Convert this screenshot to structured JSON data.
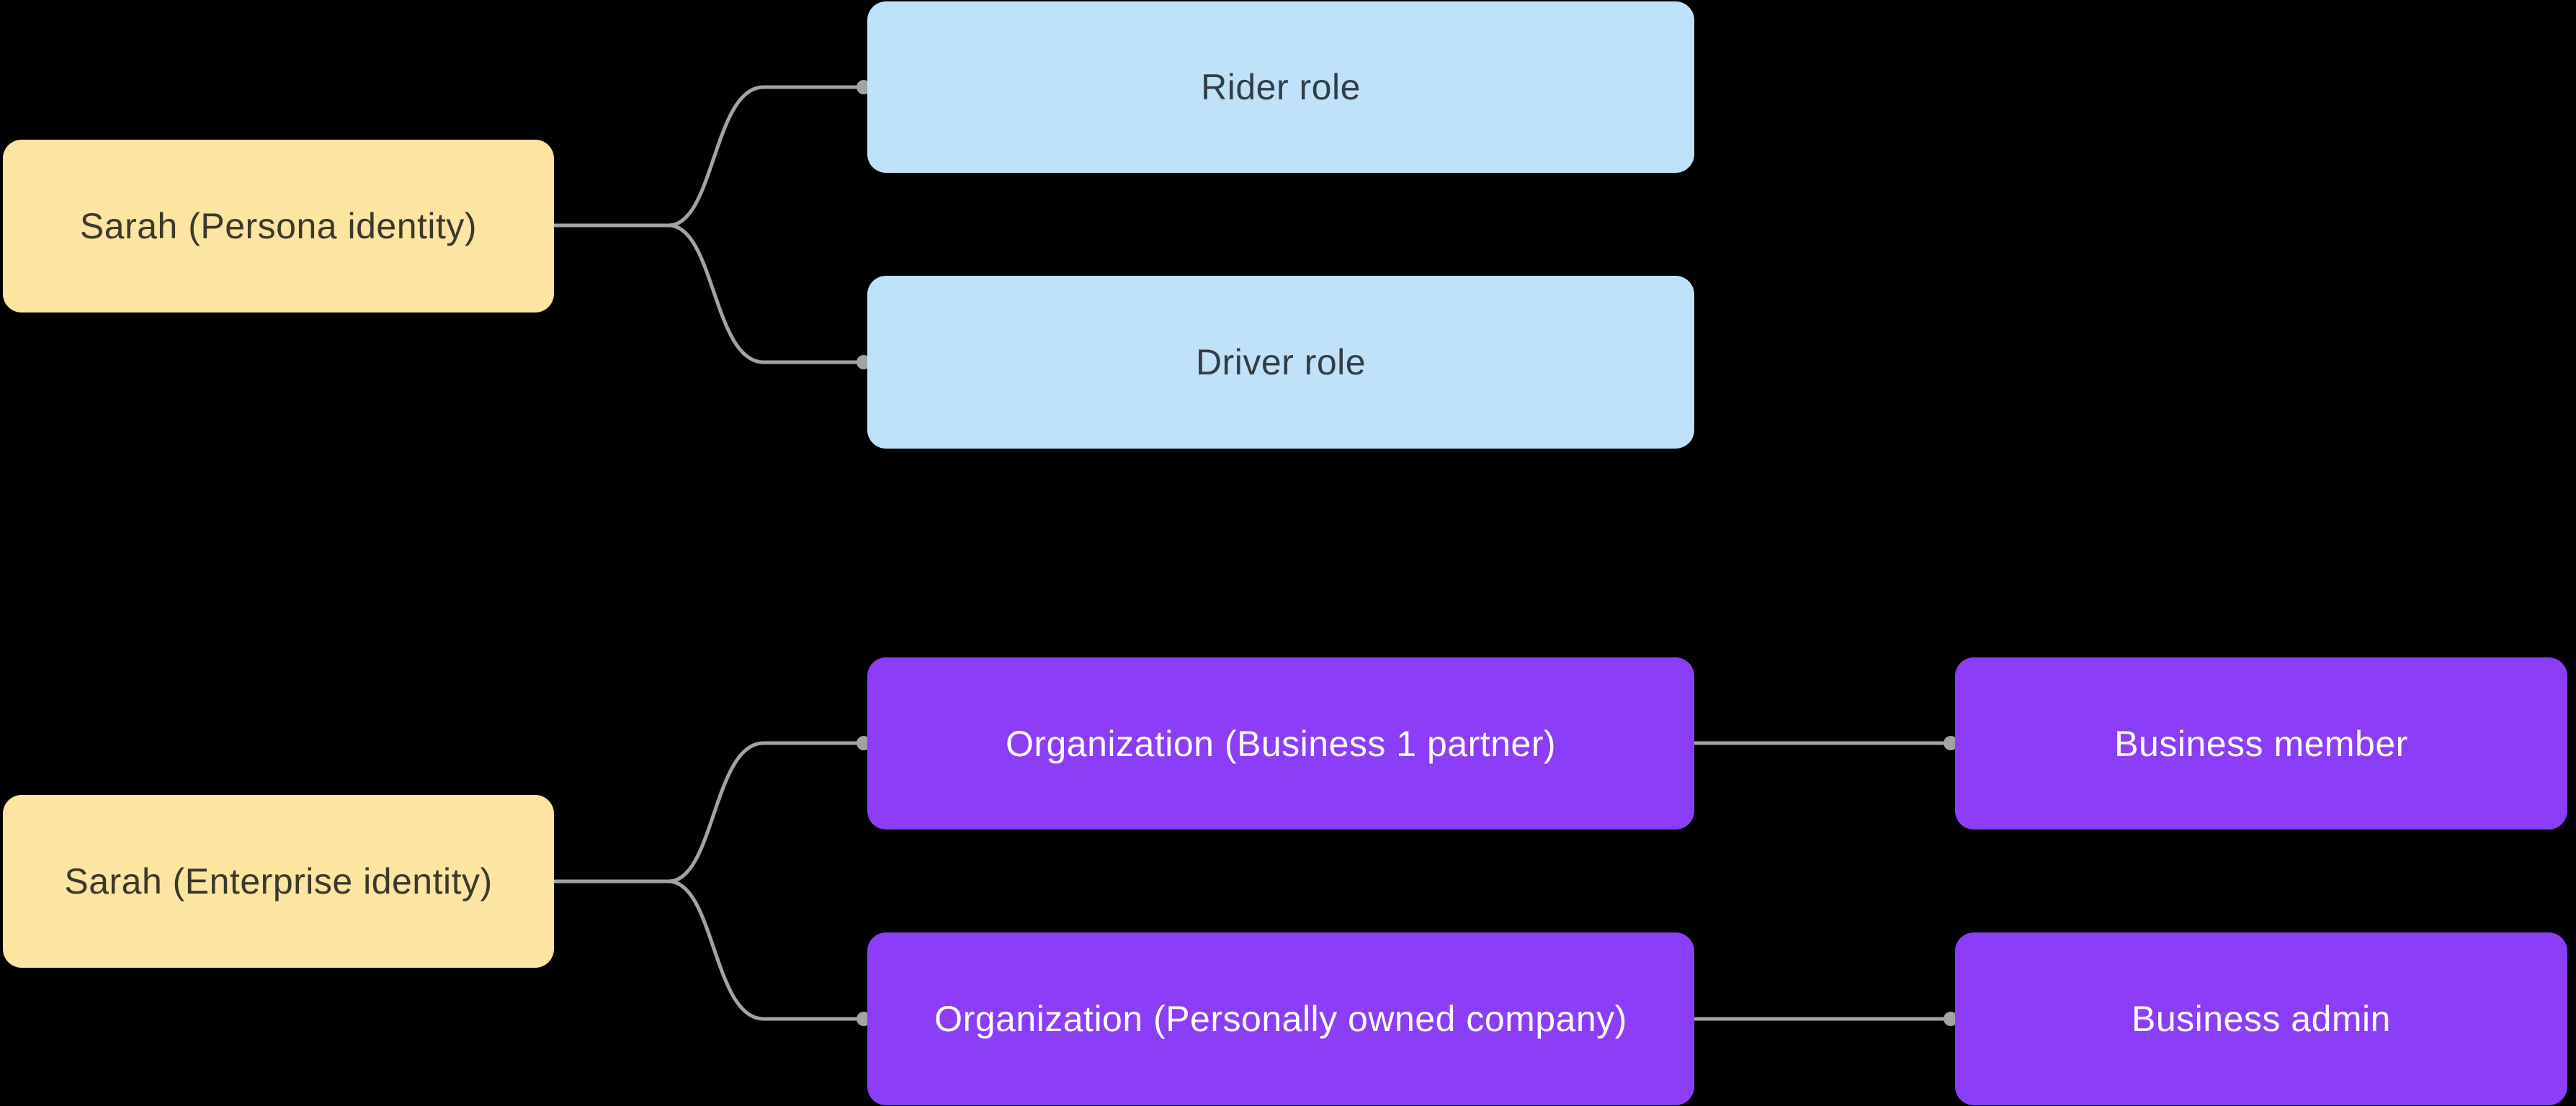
{
  "diagram": {
    "background": "#000000",
    "connector_color": "#a3a3a3",
    "nodes": [
      {
        "id": "sarah-persona",
        "label": "Sarah (Persona identity)",
        "fill": "#fde4a0",
        "text_color": "#3b382c"
      },
      {
        "id": "rider-role",
        "label": "Rider role",
        "fill": "#bfe2fb",
        "text_color": "#333d46"
      },
      {
        "id": "driver-role",
        "label": "Driver role",
        "fill": "#bfe2fb",
        "text_color": "#333d46"
      },
      {
        "id": "sarah-enterprise",
        "label": "Sarah (Enterprise identity)",
        "fill": "#fde4a0",
        "text_color": "#3b382c"
      },
      {
        "id": "org-business-1-partner",
        "label": "Organization (Business 1 partner)",
        "fill": "#8b3df7",
        "text_color": "#ffffff"
      },
      {
        "id": "org-personally-owned",
        "label": "Organization (Personally owned company)",
        "fill": "#8b3df7",
        "text_color": "#ffffff"
      },
      {
        "id": "business-member",
        "label": "Business member",
        "fill": "#8b3df7",
        "text_color": "#ffffff"
      },
      {
        "id": "business-admin",
        "label": "Business admin",
        "fill": "#8b3df7",
        "text_color": "#ffffff"
      }
    ],
    "edges": [
      {
        "from": "sarah-persona",
        "to": "rider-role"
      },
      {
        "from": "sarah-persona",
        "to": "driver-role"
      },
      {
        "from": "sarah-enterprise",
        "to": "org-business-1-partner"
      },
      {
        "from": "sarah-enterprise",
        "to": "org-personally-owned"
      },
      {
        "from": "org-business-1-partner",
        "to": "business-member"
      },
      {
        "from": "org-personally-owned",
        "to": "business-admin"
      }
    ]
  }
}
